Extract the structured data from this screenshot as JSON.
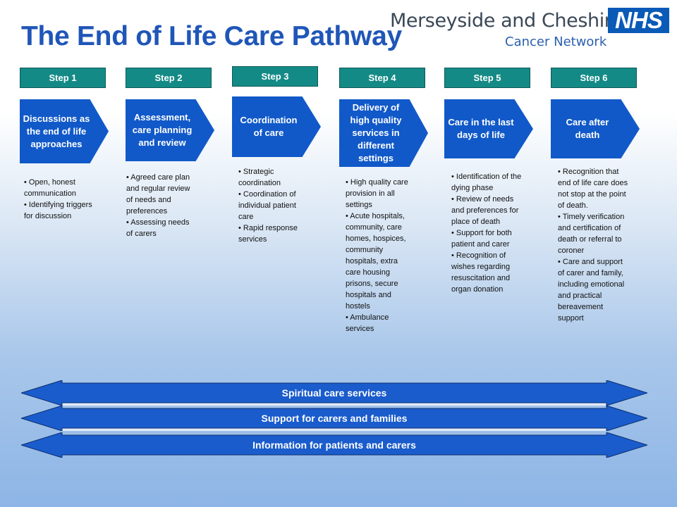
{
  "header": {
    "title": "The End of Life Care Pathway",
    "org_line1": "Merseyside and Cheshire",
    "org_line2": "Cancer Network",
    "logo_text": "NHS"
  },
  "steps": [
    {
      "tab": "Step 1",
      "box": "Discussions as the end of life approaches",
      "bullets": [
        "• Open, honest communication",
        "• Identifying triggers for discussion"
      ]
    },
    {
      "tab": "Step 2",
      "box": "Assessment, care planning and review",
      "bullets": [
        "• Agreed care plan and regular review of needs and preferences",
        "• Assessing needs of carers"
      ]
    },
    {
      "tab": "Step 3",
      "box": "Coordination of care",
      "bullets": [
        "• Strategic coordination",
        "• Coordination of individual patient care",
        "• Rapid response services"
      ]
    },
    {
      "tab": "Step 4",
      "box": "Delivery of high quality services in different settings",
      "bullets": [
        "• High quality care provision in all settings",
        "• Acute hospitals, community, care homes, hospices, community hospitals, extra care housing prisons, secure hospitals and hostels",
        "• Ambulance services"
      ]
    },
    {
      "tab": "Step 5",
      "box": "Care in the last days of life",
      "bullets": [
        "• Identification of the dying phase",
        "• Review of needs and preferences for place of death",
        "• Support for both patient and carer",
        "• Recognition of wishes regarding resuscitation and organ donation"
      ]
    },
    {
      "tab": "Step 6",
      "box": "Care after death",
      "bullets": [
        "• Recognition that end of life care does not stop at the point of death.",
        "• Timely verification and certification of death or referral to coroner",
        "• Care and support of carer and family, including emotional and practical bereavement support"
      ]
    }
  ],
  "bands": [
    "Spiritual care services",
    "Support for carers and families",
    "Information for patients and carers"
  ],
  "colors": {
    "title": "#1f56b8",
    "step_tab": "#148a86",
    "arrow_box": "#1159c9",
    "band_fill": "#1a5ccc",
    "nhs_logo": "#0a5ab8"
  }
}
